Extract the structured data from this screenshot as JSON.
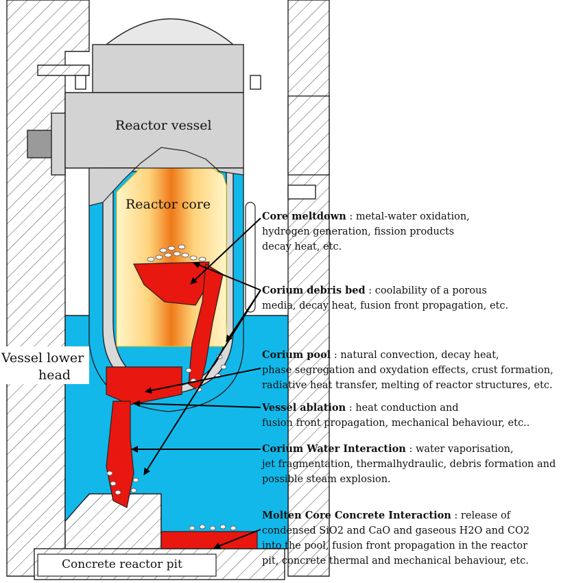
{
  "labels": {
    "reactor_vessel": "Reactor vessel",
    "reactor_core": "Reactor core",
    "vessel_lower_head_1": "Vessel lower",
    "vessel_lower_head_2": "head",
    "concrete_pit": "Concrete reactor pit"
  },
  "annotations": [
    {
      "title": "Core meltdown",
      "lines": [
        " : metal-water oxidation,",
        "hydrogen generation, fission products",
        "decay heat, etc."
      ]
    },
    {
      "title": "Corium debris bed",
      "lines": [
        " : coolability of a porous",
        "media, decay heat, fusion front propagation, etc."
      ]
    },
    {
      "title": "Corium pool",
      "lines": [
        " : natural convection, decay heat,",
        "phase segregation and oxydation effects, crust formation,",
        "radiative heat transfer, melting of reactor structures, etc."
      ]
    },
    {
      "title": "Vessel ablation",
      "lines": [
        " : heat conduction and",
        "fusion front propagation, mechanical behaviour, etc.."
      ]
    },
    {
      "title": "Corium Water Interaction",
      "lines": [
        " : water vaporisation,",
        "jet fragmentation, thermalhydraulic, debris formation and",
        "possible steam explosion."
      ]
    },
    {
      "title": "Molten Core Concrete Interaction",
      "lines": [
        " : release of",
        "condensed SiO2 and CaO and gaseous H2O and CO2",
        "into the pool, fusion front propagation in the reactor",
        "pit, concrete thermal and mechanical behaviour, etc."
      ]
    }
  ],
  "colors": {
    "water": "#12b8ea",
    "corium": "#e8170f",
    "vessel": "#d9d9d9",
    "core_orange": "#f07d1f",
    "core_yellow": "#ffe75a"
  }
}
